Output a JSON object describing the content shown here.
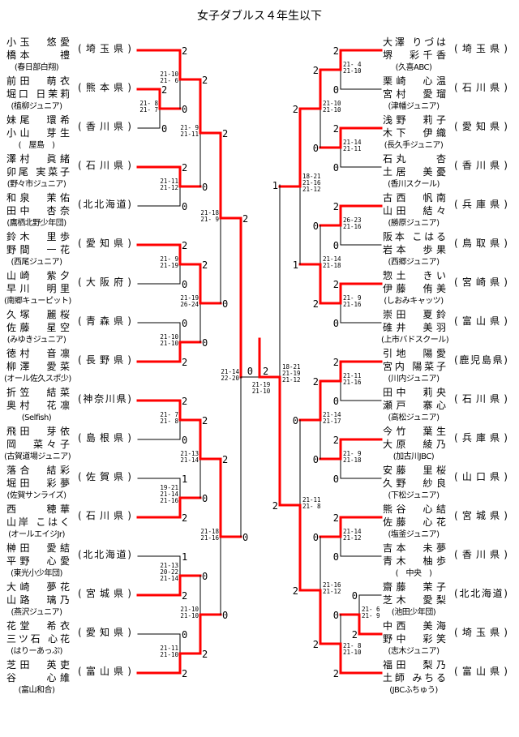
{
  "title": "女子ダブルス４年生以下",
  "left_teams": [
    {
      "p1": "小玉　悠愛",
      "p2": "橋本　　禮",
      "club": "(春日部白翔)",
      "pref": "(埼玉県)"
    },
    {
      "p1": "前田　萌衣",
      "p2": "堀口 日茉莉",
      "club": "(植柳ジュニア)",
      "pref": "(熊本県)"
    },
    {
      "p1": "妹尾　環希",
      "p2": "小山　芽生",
      "club": "(　屋島　)",
      "pref": "(香川県)"
    },
    {
      "p1": "澤村　眞緒",
      "p2": "卯尾 実菜子",
      "club": "(野々市ジュニア)",
      "pref": "(石川県)"
    },
    {
      "p1": "和泉　茉佑",
      "p2": "田中　杏奈",
      "club": "(鷹栖北野少年団)",
      "pref": "(北北海道)"
    },
    {
      "p1": "鈴木　里歩",
      "p2": "野間　一花",
      "club": "(西尾ジュニア)",
      "pref": "(愛知県)"
    },
    {
      "p1": "山崎　紫夕",
      "p2": "早川　明里",
      "club": "(南郷キューピット)",
      "pref": "(大阪府)"
    },
    {
      "p1": "久塚　麗桜",
      "p2": "佐藤　星空",
      "club": "(みゆきジュニア)",
      "pref": "(青森県)"
    },
    {
      "p1": "徳村　音凛",
      "p2": "柳澤　愛菜",
      "club": "(オール佐久スポ少)",
      "pref": "(長野県)"
    },
    {
      "p1": "折笠　結菜",
      "p2": "奥村　花凛",
      "club": "(Selfish)",
      "pref": "(神奈川県)"
    },
    {
      "p1": "飛田　芽依",
      "p2": "岡　菜々子",
      "club": "(古賀道場ジュニア)",
      "pref": "(島根県)"
    },
    {
      "p1": "落合　結彩",
      "p2": "堀田　彩夢",
      "club": "(佐賀サンライズ)",
      "pref": "(佐賀県)"
    },
    {
      "p1": "西　　穂華",
      "p2": "山岸 こはく",
      "club": "(オールエイジJr)",
      "pref": "(石川県)"
    },
    {
      "p1": "榊田　愛結",
      "p2": "平野　心愛",
      "club": "(東光小少年団)",
      "pref": "(北北海道)"
    },
    {
      "p1": "大崎　夢花",
      "p2": "山路　璃乃",
      "club": "(燕沢ジュニア)",
      "pref": "(宮城県)"
    },
    {
      "p1": "花堂　希衣",
      "p2": "三ツ石 心花",
      "club": "(はりーあっぷ)",
      "pref": "(愛知県)"
    },
    {
      "p1": "芝田　英吏",
      "p2": "谷　　心維",
      "club": "(富山和合)",
      "pref": "(富山県)"
    }
  ],
  "right_teams": [
    {
      "p1": "大澤 りづは",
      "p2": "堺　彩千香",
      "club": "(久喜ABC)",
      "pref": "(埼玉県)"
    },
    {
      "p1": "栗崎　心温",
      "p2": "宮村　愛瑠",
      "club": "(津幡ジュニア)",
      "pref": "(石川県)"
    },
    {
      "p1": "浅野　莉子",
      "p2": "木下　伊織",
      "club": "(長久手ジュニア)",
      "pref": "(愛知県)"
    },
    {
      "p1": "石丸　　杏",
      "p2": "土居　美憂",
      "club": "(香川スクール)",
      "pref": "(香川県)"
    },
    {
      "p1": "古西　帆南",
      "p2": "山田　結々",
      "club": "(勝原ジュニア)",
      "pref": "(兵庫県)"
    },
    {
      "p1": "阪本 こはる",
      "p2": "岩本　歩果",
      "club": "(西郷ジュニア)",
      "pref": "(鳥取県)"
    },
    {
      "p1": "惣土　きい",
      "p2": "伊藤　侑美",
      "club": "(しおみキャッツ)",
      "pref": "(宮崎県)"
    },
    {
      "p1": "崇田　夏鈴",
      "p2": "碓井　美羽",
      "club": "(上市バドスクール)",
      "pref": "(富山県)"
    },
    {
      "p1": "引地　陽愛",
      "p2": "宮内 陽菜子",
      "club": "(川内ジュニア)",
      "pref": "(鹿児島県)"
    },
    {
      "p1": "田中　莉央",
      "p2": "瀬戸　寨心",
      "club": "(高松ジュニア)",
      "pref": "(石川県)"
    },
    {
      "p1": "今竹　葉生",
      "p2": "大原　綾乃",
      "club": "(加古川JBC)",
      "pref": "(兵庫県)"
    },
    {
      "p1": "安藤　里桜",
      "p2": "久野　紗良",
      "club": "(下松ジュニア)",
      "pref": "(山口県)"
    },
    {
      "p1": "熊谷　心結",
      "p2": "佐藤　心花",
      "club": "(塩釜ジュニア)",
      "pref": "(宮城県)"
    },
    {
      "p1": "吉本　未夢",
      "p2": "青木　柚歩",
      "club": "(　中央　)",
      "pref": "(香川県)"
    },
    {
      "p1": "齋藤　茉子",
      "p2": "芝木　愛梨",
      "club": "(池田少年団)",
      "pref": "(北北海道)"
    },
    {
      "p1": "中西　美海",
      "p2": "野中　彩笑",
      "club": "(志木ジュニア)",
      "pref": "(埼玉県)"
    },
    {
      "p1": "福田　梨乃",
      "p2": "土師 みちる",
      "club": "(JBCふちゅう)",
      "pref": "(富山県)"
    }
  ],
  "left_matches": [
    {
      "sets": [
        "2",
        "0"
      ],
      "games": [
        "21- 8",
        "21- 7"
      ]
    },
    {
      "sets": [
        "2",
        "0"
      ],
      "games": [
        "21-10",
        "21- 6"
      ]
    },
    {
      "sets": [
        "2",
        "0"
      ],
      "games": [
        "21-11",
        "21-12"
      ]
    },
    {
      "sets": [
        "2",
        "0"
      ],
      "games": [
        "21- 9",
        "21-11"
      ]
    },
    {
      "sets": [
        "2",
        "0"
      ],
      "games": [
        "21- 9",
        "21-19"
      ]
    },
    {
      "sets": [
        "0",
        "2"
      ],
      "games": [
        "21-10",
        "21-10"
      ]
    },
    {
      "sets": [
        "2",
        "0"
      ],
      "games": [
        "21-19",
        "26-24"
      ]
    },
    {
      "sets": [
        "2",
        "0"
      ],
      "games": [
        "21-18",
        "21- 9"
      ]
    },
    {
      "sets": [
        "2",
        "0"
      ],
      "games": [
        "21- 7",
        "21- 8"
      ]
    },
    {
      "sets": [
        "1",
        "2"
      ],
      "games": [
        "19-21",
        "21-14",
        "21-16"
      ]
    },
    {
      "sets": [
        "2",
        "0"
      ],
      "games": [
        "21-13",
        "21-14"
      ]
    },
    {
      "sets": [
        "1",
        "2"
      ],
      "games": [
        "21-13",
        "20-22",
        "21-14"
      ]
    },
    {
      "sets": [
        "0",
        "2"
      ],
      "games": [
        "21-11",
        "21-10"
      ]
    },
    {
      "sets": [
        "0",
        "2"
      ],
      "games": [
        "21-10",
        "21-10"
      ]
    },
    {
      "sets": [
        "2",
        "0"
      ],
      "games": [
        "21-18",
        "21-16"
      ]
    },
    {
      "sets": [
        "2",
        "0"
      ],
      "games": [
        "21-14",
        "22-20"
      ]
    }
  ],
  "right_matches": [
    {
      "sets": [
        "2",
        "0"
      ],
      "games": [
        "21- 4",
        "21-10"
      ]
    },
    {
      "sets": [
        "2",
        "0"
      ],
      "games": [
        "21-14",
        "21-11"
      ]
    },
    {
      "sets": [
        "2",
        "0"
      ],
      "games": [
        "21-10",
        "21-10"
      ]
    },
    {
      "sets": [
        "2",
        "0"
      ],
      "games": [
        "26-23",
        "21-16"
      ]
    },
    {
      "sets": [
        "2",
        "0"
      ],
      "games": [
        "21- 9",
        "21-16"
      ]
    },
    {
      "sets": [
        "0",
        "2"
      ],
      "games": [
        "21-14",
        "21-18"
      ]
    },
    {
      "sets": [
        "2",
        "1"
      ],
      "games": [
        "18-21",
        "21-16",
        "21-12"
      ]
    },
    {
      "sets": [
        "2",
        "0"
      ],
      "games": [
        "21-11",
        "21-16"
      ]
    },
    {
      "sets": [
        "2",
        "0"
      ],
      "games": [
        "21- 9",
        "21-18"
      ]
    },
    {
      "sets": [
        "2",
        "0"
      ],
      "games": [
        "21-14",
        "21-17"
      ]
    },
    {
      "sets": [
        "0",
        "2"
      ],
      "games": [
        "21- 6",
        "21- 9"
      ]
    },
    {
      "sets": [
        "2",
        "0"
      ],
      "games": [
        "21-14",
        "21-12"
      ]
    },
    {
      "sets": [
        "0",
        "2"
      ],
      "games": [
        "21- 8",
        "21-10"
      ]
    },
    {
      "sets": [
        "0",
        "2"
      ],
      "games": [
        "21-16",
        "21-12"
      ]
    },
    {
      "sets": [
        "0",
        "2"
      ],
      "games": [
        "21-11",
        "21- 8"
      ]
    },
    {
      "sets": [
        "1",
        "2"
      ],
      "games": [
        "18-21",
        "21-19",
        "21-12"
      ]
    }
  ],
  "final": {
    "sets": [
      "0",
      "2"
    ],
    "games": [
      "21-19",
      "21-10"
    ]
  },
  "colors": {
    "winner_line": "#ff0000",
    "line": "#000000"
  }
}
